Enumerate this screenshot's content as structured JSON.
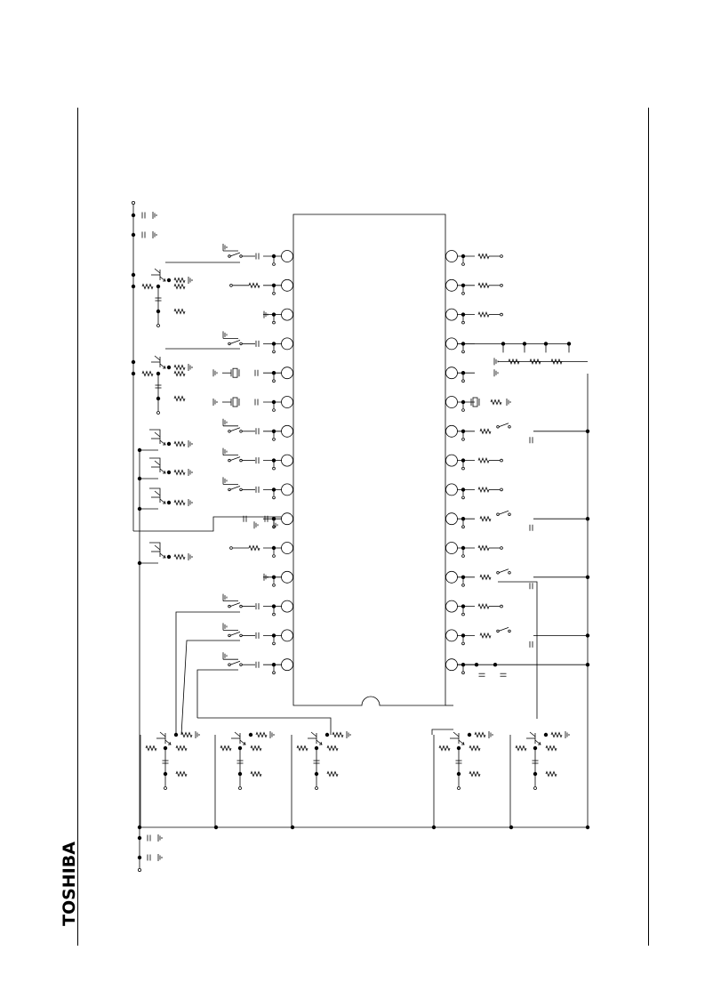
{
  "header": {
    "brand_logo": "TOSHIBA"
  },
  "diagram": {
    "ic_package": "dual-in-line",
    "pins_per_side": 15,
    "left_pin_types": [
      "switch",
      "resistor",
      "ground",
      "switch",
      "crystal",
      "crystal",
      "switch",
      "switch",
      "switch",
      "capacitor",
      "resistor",
      "ground",
      "switch",
      "switch",
      "switch"
    ],
    "right_pin_types": [
      "resistor",
      "resistor",
      "resistor",
      "resistor-ladder",
      "ground",
      "crystal",
      "switch",
      "resistor",
      "resistor",
      "switch",
      "resistor",
      "switch",
      "resistor",
      "switch",
      "capacitor"
    ],
    "bottom_transistor_stages": 5,
    "left_transistor_stages": 6
  }
}
